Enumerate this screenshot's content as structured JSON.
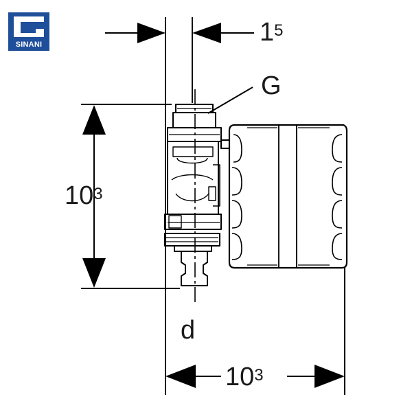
{
  "logo": {
    "text": "SINANI",
    "color": "#1f4e9a"
  },
  "dimensions": {
    "top": {
      "main": "1",
      "sup": "5"
    },
    "left": {
      "main": "10",
      "sup": "3"
    },
    "bottom": {
      "main": "10",
      "sup": "3"
    }
  },
  "labels": {
    "thread": "G",
    "diameter": "d"
  }
}
